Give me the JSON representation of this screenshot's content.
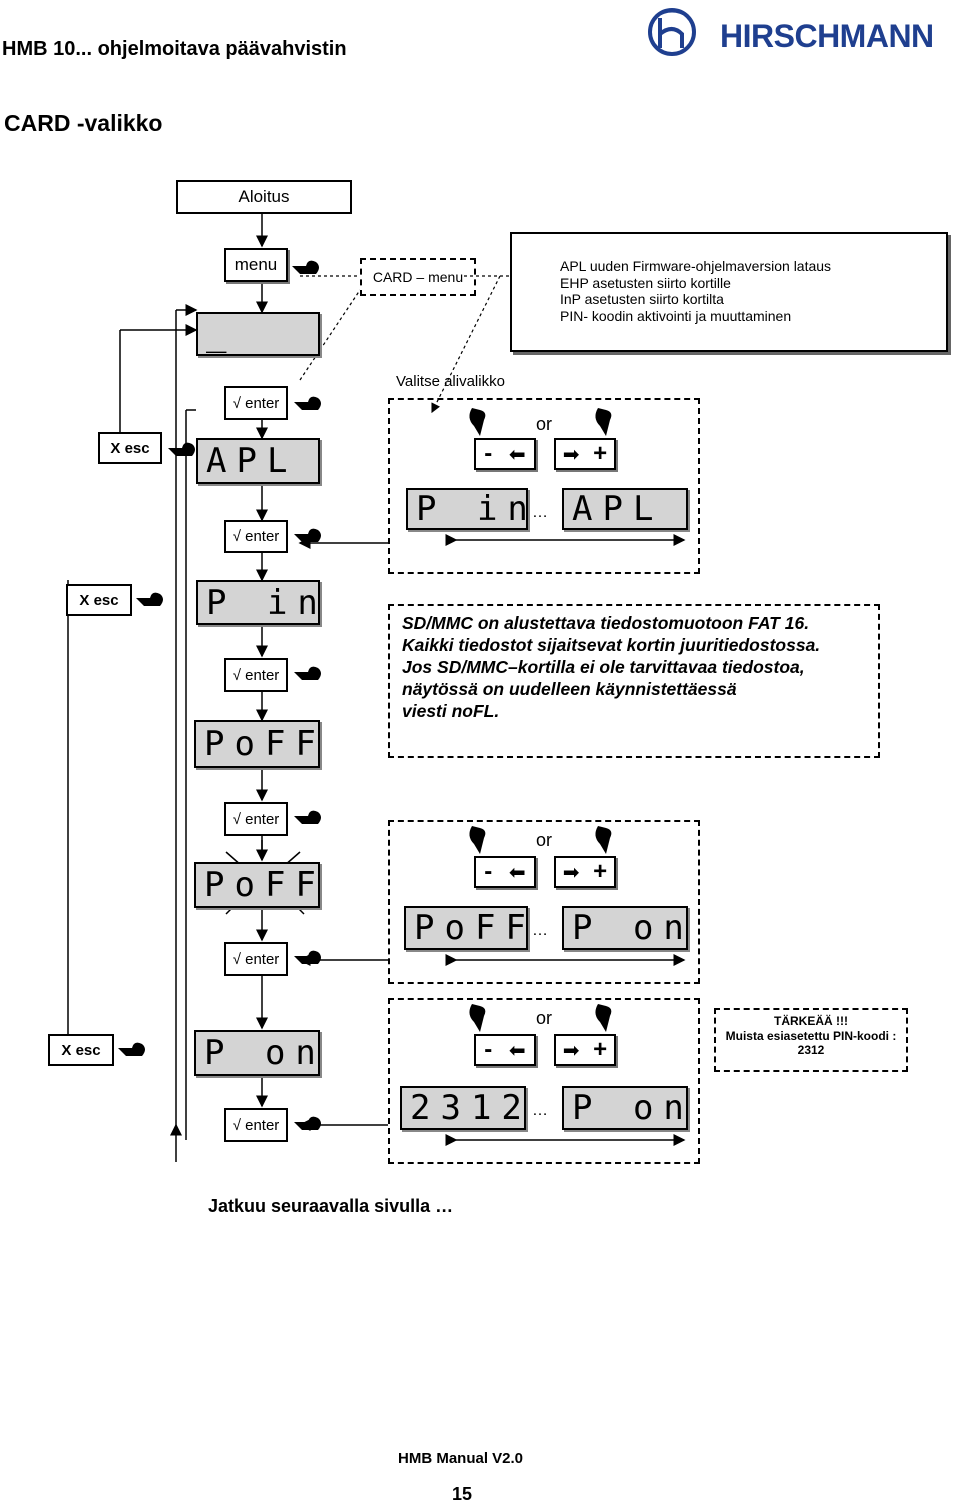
{
  "header": {
    "title": "HMB 10... ohjelmoitava päävahvistin",
    "brand": "HIRSCHMANN"
  },
  "section_title": "CARD -valikko",
  "buttons": {
    "start": "Aloitus",
    "menu": "menu",
    "enter": "√ enter",
    "esc": "X esc",
    "minus": "-",
    "plus": "+",
    "or": "or"
  },
  "card_menu": "CARD – menu",
  "info_lines": [
    "APL uuden Firmware-ohjelmaversion lataus",
    "EHP asetusten siirto kortille",
    "InP   asetusten siirto kortilta",
    "PIN- koodin aktivointi ja muuttaminen"
  ],
  "submenu_label": "Valitse alivalikko",
  "displays": {
    "cursor": "_",
    "apl": "APL",
    "pin": "P in",
    "poff": "PoFF",
    "pon": "P on",
    "code": "2312",
    "ellipsis": "…"
  },
  "note_lines": [
    "SD/MMC on alustettava tiedostomuotoon  FAT 16.",
    "Kaikki tiedostot sijaitsevat kortin juuritiedostossa.",
    "Jos SD/MMC–kortilla ei ole tarvittavaa tiedostoa,",
    "näytössä on uudelleen käynnistettäessä",
    "viesti noFL."
  ],
  "important": {
    "title": "TÄRKEÄÄ !!!",
    "line1": "Muista esiasetettu PIN-koodi :",
    "line2": "2312"
  },
  "continue_text": "Jatkuu seuraavalla sivulla …",
  "footer": {
    "manual": "HMB Manual   V2.0",
    "page": "15"
  }
}
